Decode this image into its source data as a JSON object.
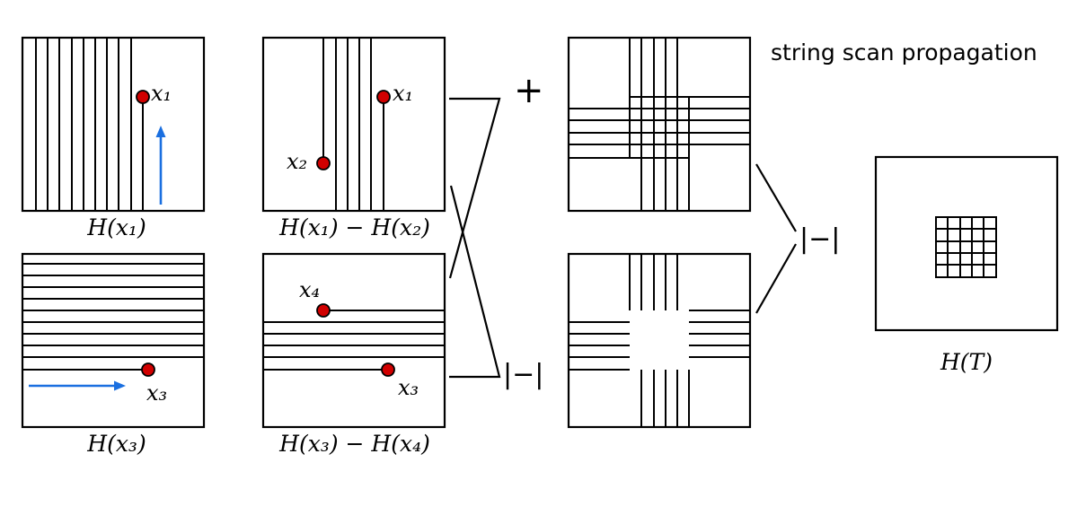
{
  "title": "string scan propagation",
  "captions": {
    "h_x1": "H(x₁)",
    "h_x1_minus_h_x2": "H(x₁) − H(x₂)",
    "h_x3": "H(x₃)",
    "h_x3_minus_h_x4": "H(x₃) − H(x₄)",
    "h_t": "H(T)"
  },
  "points": {
    "x1": "x₁",
    "x2": "x₂",
    "x3": "x₃",
    "x4": "x₄"
  },
  "operators": {
    "plus": "+",
    "abs_diff": "|−|"
  },
  "colors": {
    "point_fill": "#d10000",
    "scan_arrow": "#1a6fe0"
  }
}
